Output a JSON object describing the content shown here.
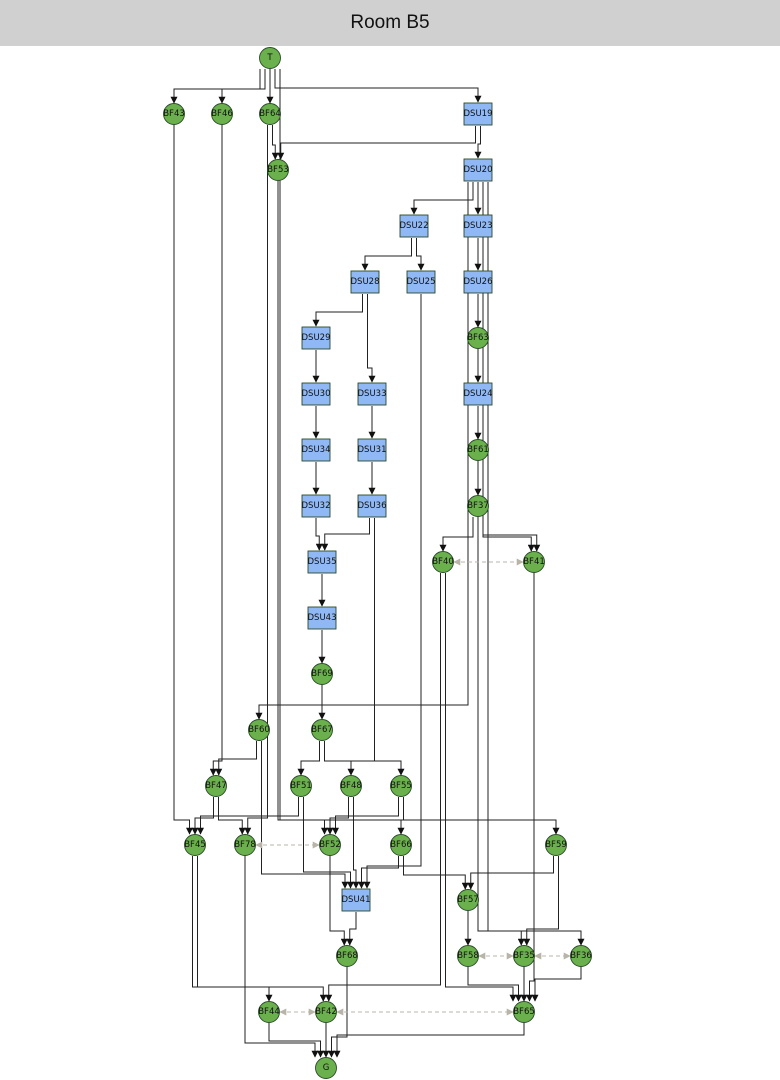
{
  "title": "Room B5",
  "colors": {
    "bf_node": "#6ab04c",
    "dsu_node": "#8fb8f4",
    "edge": "#222222",
    "peer_edge": "#b8b4a8"
  },
  "nodes": [
    "T",
    "BF43",
    "BF46",
    "BF64",
    "DSU19",
    "BF53",
    "DSU20",
    "DSU22",
    "DSU23",
    "DSU28",
    "DSU25",
    "DSU26",
    "DSU29",
    "BF63",
    "DSU30",
    "DSU33",
    "DSU24",
    "DSU34",
    "DSU31",
    "BF61",
    "DSU32",
    "DSU36",
    "BF37",
    "DSU35",
    "BF40",
    "BF41",
    "DSU43",
    "BF69",
    "BF60",
    "BF67",
    "BF47",
    "BF51",
    "BF48",
    "BF55",
    "BF45",
    "BF78",
    "BF52",
    "BF66",
    "BF59",
    "DSU41",
    "BF57",
    "BF68",
    "BF58",
    "BF35",
    "BF36",
    "BF44",
    "BF42",
    "BF65",
    "G"
  ],
  "edges": [
    [
      "T",
      "BF43"
    ],
    [
      "T",
      "BF46"
    ],
    [
      "T",
      "BF64"
    ],
    [
      "T",
      "DSU19"
    ],
    [
      "T",
      "BF59"
    ],
    [
      "BF64",
      "BF53"
    ],
    [
      "DSU19",
      "BF53"
    ],
    [
      "DSU19",
      "DSU20"
    ],
    [
      "BF64",
      "BF78"
    ],
    [
      "BF46",
      "BF47"
    ],
    [
      "BF43",
      "BF45"
    ],
    [
      "BF53",
      "BF52"
    ],
    [
      "DSU20",
      "BF60"
    ],
    [
      "DSU20",
      "DSU22"
    ],
    [
      "DSU20",
      "DSU23"
    ],
    [
      "DSU20",
      "BF41"
    ],
    [
      "DSU20",
      "BF36"
    ],
    [
      "DSU22",
      "DSU28"
    ],
    [
      "DSU22",
      "DSU25"
    ],
    [
      "DSU23",
      "DSU26"
    ],
    [
      "DSU26",
      "BF63"
    ],
    [
      "BF63",
      "DSU24"
    ],
    [
      "DSU24",
      "BF61"
    ],
    [
      "BF61",
      "BF37"
    ],
    [
      "BF37",
      "BF40"
    ],
    [
      "BF37",
      "BF41"
    ],
    [
      "BF37",
      "BF35"
    ],
    [
      "DSU28",
      "DSU29"
    ],
    [
      "DSU28",
      "DSU33"
    ],
    [
      "DSU25",
      "DSU41"
    ],
    [
      "DSU29",
      "DSU30"
    ],
    [
      "DSU30",
      "DSU34"
    ],
    [
      "DSU34",
      "DSU32"
    ],
    [
      "DSU32",
      "DSU35"
    ],
    [
      "DSU33",
      "DSU31"
    ],
    [
      "DSU31",
      "DSU36"
    ],
    [
      "DSU36",
      "DSU35"
    ],
    [
      "DSU36",
      "BF48"
    ],
    [
      "DSU35",
      "DSU43"
    ],
    [
      "DSU43",
      "BF69"
    ],
    [
      "BF69",
      "BF67"
    ],
    [
      "BF67",
      "BF51"
    ],
    [
      "BF67",
      "BF55"
    ],
    [
      "BF60",
      "BF47"
    ],
    [
      "BF60",
      "DSU41"
    ],
    [
      "BF47",
      "BF45"
    ],
    [
      "BF47",
      "BF78"
    ],
    [
      "BF51",
      "BF45"
    ],
    [
      "BF51",
      "DSU41"
    ],
    [
      "BF48",
      "BF52"
    ],
    [
      "BF48",
      "DSU41"
    ],
    [
      "BF55",
      "BF52"
    ],
    [
      "BF55",
      "BF66"
    ],
    [
      "BF66",
      "DSU41"
    ],
    [
      "BF66",
      "BF57"
    ],
    [
      "BF40",
      "BF42"
    ],
    [
      "BF40",
      "BF65"
    ],
    [
      "BF41",
      "BF65"
    ],
    [
      "BF45",
      "BF44"
    ],
    [
      "BF45",
      "BF42"
    ],
    [
      "BF78",
      "G"
    ],
    [
      "BF52",
      "BF68"
    ],
    [
      "DSU41",
      "BF68"
    ],
    [
      "BF59",
      "BF57"
    ],
    [
      "BF59",
      "BF35"
    ],
    [
      "BF57",
      "BF58"
    ],
    [
      "BF58",
      "BF65"
    ],
    [
      "BF35",
      "BF65"
    ],
    [
      "BF36",
      "BF65"
    ],
    [
      "BF68",
      "G"
    ],
    [
      "BF44",
      "G"
    ],
    [
      "BF42",
      "G"
    ],
    [
      "BF65",
      "G"
    ]
  ],
  "peer_edges": [
    [
      "BF78",
      "BF52"
    ],
    [
      "BF40",
      "BF41"
    ],
    [
      "BF58",
      "BF35"
    ],
    [
      "BF35",
      "BF36"
    ],
    [
      "BF44",
      "BF42"
    ],
    [
      "BF42",
      "BF65"
    ]
  ]
}
